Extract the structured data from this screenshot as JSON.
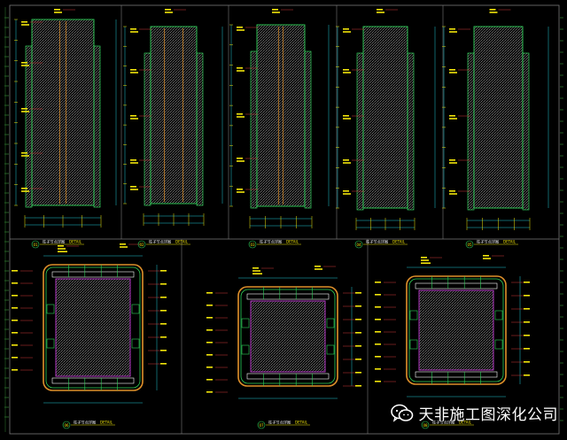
{
  "drawing": {
    "panels": [
      {
        "id": "01",
        "caption": "柱子节点详图"
      },
      {
        "id": "02",
        "caption": "柱子节点详图"
      },
      {
        "id": "03",
        "caption": "柱子节点详图"
      },
      {
        "id": "04",
        "caption": "柱子节点详图"
      },
      {
        "id": "05",
        "caption": "柱子节点详图"
      },
      {
        "id": "06",
        "caption": "柱子节点详图"
      },
      {
        "id": "07",
        "caption": "柱子节点详图"
      },
      {
        "id": "08",
        "caption": "柱子节点详图"
      }
    ],
    "detail_tag": "DETAIL"
  },
  "watermark": {
    "text": "天非施工图深化公司",
    "icon": "wechat-icon"
  },
  "colors": {
    "background": "#000000",
    "frame": "#7a7a7a",
    "outline": "#2fd35a",
    "fill_line": "#e0902a",
    "dim_line": "#22c7d4",
    "label": "#f2e60a",
    "leader": "#d23a3a",
    "inner_magenta": "#c43ad6"
  }
}
